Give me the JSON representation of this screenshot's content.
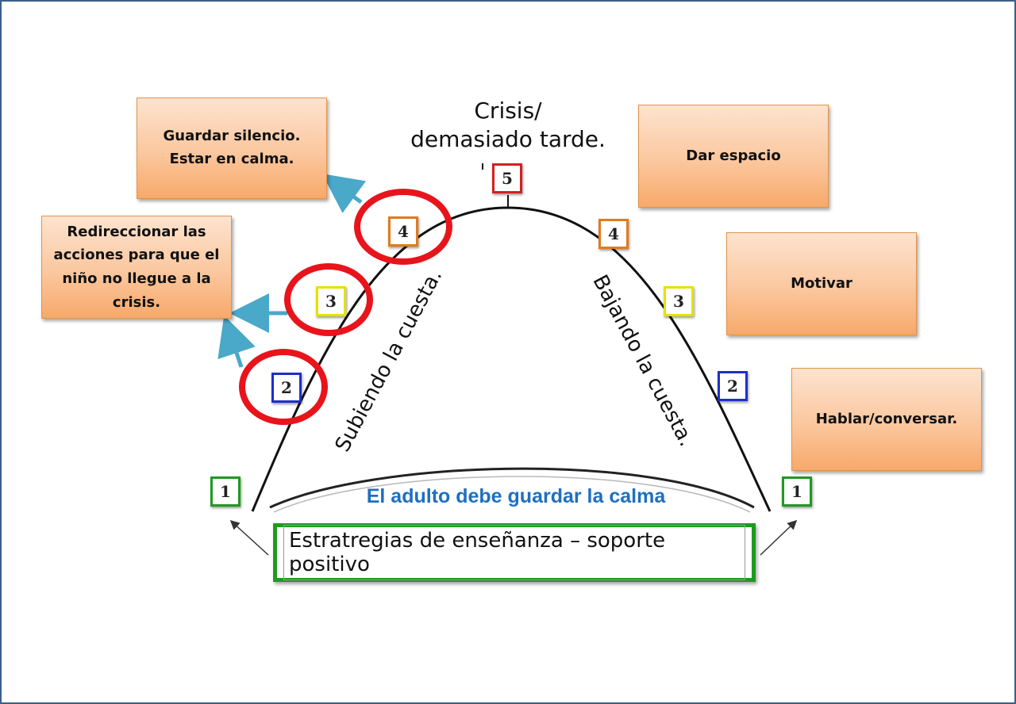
{
  "title": "Crisis/\ndemasiado tarde.",
  "left_slope_label": "Subiendo la cuesta.",
  "right_slope_label": "Bajando la cuesta.",
  "calm_label": "El adulto debe guardar la calma",
  "base_label": "Estratregias de enseñanza – soporte positivo",
  "left_boxes": {
    "box_4": "Guardar silencio.\nEstar en calma.",
    "box_3_2": "Redireccionar las\nacciones para que el\nniño no llegue a la\ncrisis."
  },
  "right_boxes": {
    "box_4": "Dar espacio",
    "box_3": "Motivar",
    "box_2": "Hablar/conversar."
  },
  "levels": {
    "left": [
      "1",
      "2",
      "3",
      "4"
    ],
    "peak": "5",
    "right": [
      "4",
      "3",
      "2",
      "1"
    ]
  },
  "colors": {
    "level_1": "#1f9a1f",
    "level_2": "#1e2fc8",
    "level_3": "#e4e200",
    "level_4": "#e07b1f",
    "level_5": "#d42020",
    "highlight_circle": "#e8141c",
    "arrow": "#4aa8c8",
    "calm_text": "#1f6fc0"
  }
}
